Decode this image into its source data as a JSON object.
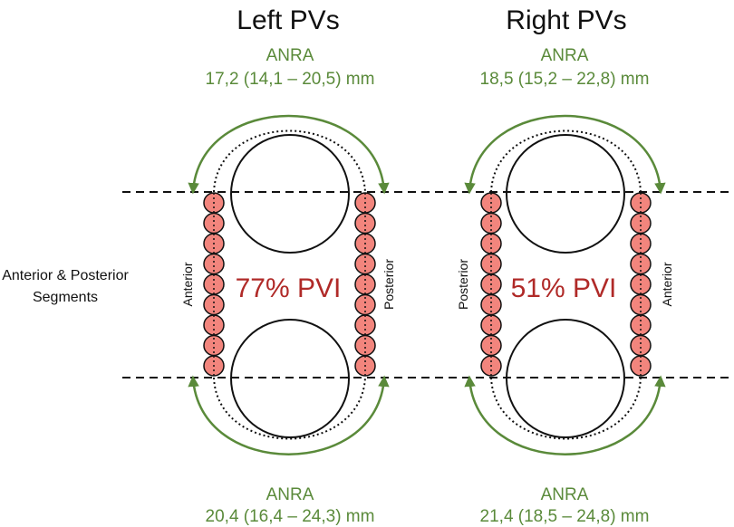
{
  "colors": {
    "anra_green": "#5a8a3a",
    "pvi_red": "#b02a28",
    "ablation_fill": "#f2857d",
    "outline": "#111111"
  },
  "left_side_label": [
    "Anterior & Posterior",
    "Segments"
  ],
  "panels": [
    {
      "title": "Left PVs",
      "anra_top": {
        "label": "ANRA",
        "value": "17,2 (14,1 – 20,5) mm"
      },
      "anra_bottom": {
        "label": "ANRA",
        "value": "20,4 (16,4 – 24,3) mm"
      },
      "pvi": "77% PVI",
      "left_segment_label": "Anterior",
      "right_segment_label": "Posterior"
    },
    {
      "title": "Right PVs",
      "anra_top": {
        "label": "ANRA",
        "value": "18,5 (15,2 – 22,8) mm"
      },
      "anra_bottom": {
        "label": "ANRA",
        "value": "21,4 (18,5 – 24,8) mm"
      },
      "pvi": "51% PVI",
      "left_segment_label": "Posterior",
      "right_segment_label": "Anterior"
    }
  ]
}
